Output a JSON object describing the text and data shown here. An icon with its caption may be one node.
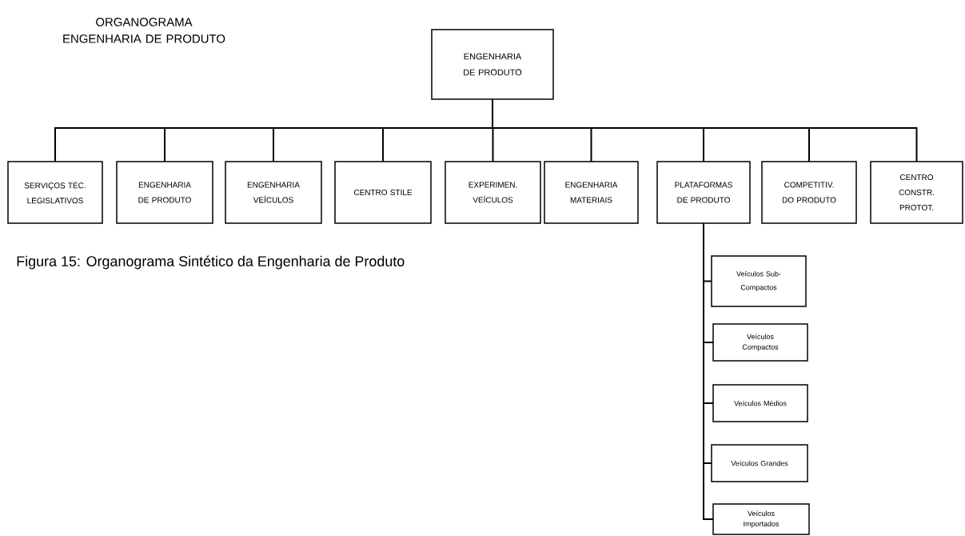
{
  "diagram": {
    "title": "ORGANOGRAMA ENGENHARIA DE PRODUTO",
    "caption": "Figura 15: Organograma Sintético da Engenharia de Produto",
    "nodes": [
      {
        "text": [
          "ENGENHARIA DE PRODUTO"
        ]
      },
      {
        "text": [
          "SERVIÇOS TÉC. LEGISLATIVOS"
        ]
      },
      {
        "text": [
          "ENGENHARIA DE PRODUTO"
        ]
      },
      {
        "text": [
          "ENGENHARIA VEÍCULOS"
        ]
      },
      {
        "text": [
          "CENTRO STILE"
        ]
      },
      {
        "text": [
          "EXPERIMEN. VEÍCULOS"
        ]
      },
      {
        "text": [
          "ENGENHARIA MATERIAIS"
        ]
      },
      {
        "text": [
          "PLATAFORMAS DE PRODUTO"
        ]
      },
      {
        "text": [
          "COMPETITIV. DO PRODUTO"
        ]
      },
      {
        "text": [
          "CENTRO CONSTR. PROTOT."
        ]
      },
      {
        "text": [
          "Veículos Sub-Compactos"
        ]
      },
      {
        "text": [
          "Veículos Compactos"
        ]
      },
      {
        "text": [
          "Veículos Médios"
        ]
      },
      {
        "text": [
          "Veículos Grandes"
        ]
      },
      {
        "text": [
          "Veículos Importados"
        ]
      }
    ],
    "edges": [
      {
        "from": 0,
        "to": 1,
        "arrow": "none"
      },
      {
        "from": 0,
        "to": 2,
        "arrow": "none"
      },
      {
        "from": 0,
        "to": 3,
        "arrow": "none"
      },
      {
        "from": 0,
        "to": 4,
        "arrow": "none"
      },
      {
        "from": 0,
        "to": 5,
        "arrow": "none"
      },
      {
        "from": 0,
        "to": 6,
        "arrow": "none"
      },
      {
        "from": 0,
        "to": 7,
        "arrow": "none"
      },
      {
        "from": 0,
        "to": 8,
        "arrow": "none"
      },
      {
        "from": 0,
        "to": 9,
        "arrow": "none"
      },
      {
        "from": 7,
        "to": 10,
        "arrow": "none"
      },
      {
        "from": 7,
        "to": 11,
        "arrow": "none"
      },
      {
        "from": 7,
        "to": 12,
        "arrow": "none"
      },
      {
        "from": 7,
        "to": 13,
        "arrow": "none"
      },
      {
        "from": 7,
        "to": 14,
        "arrow": "none"
      }
    ]
  }
}
